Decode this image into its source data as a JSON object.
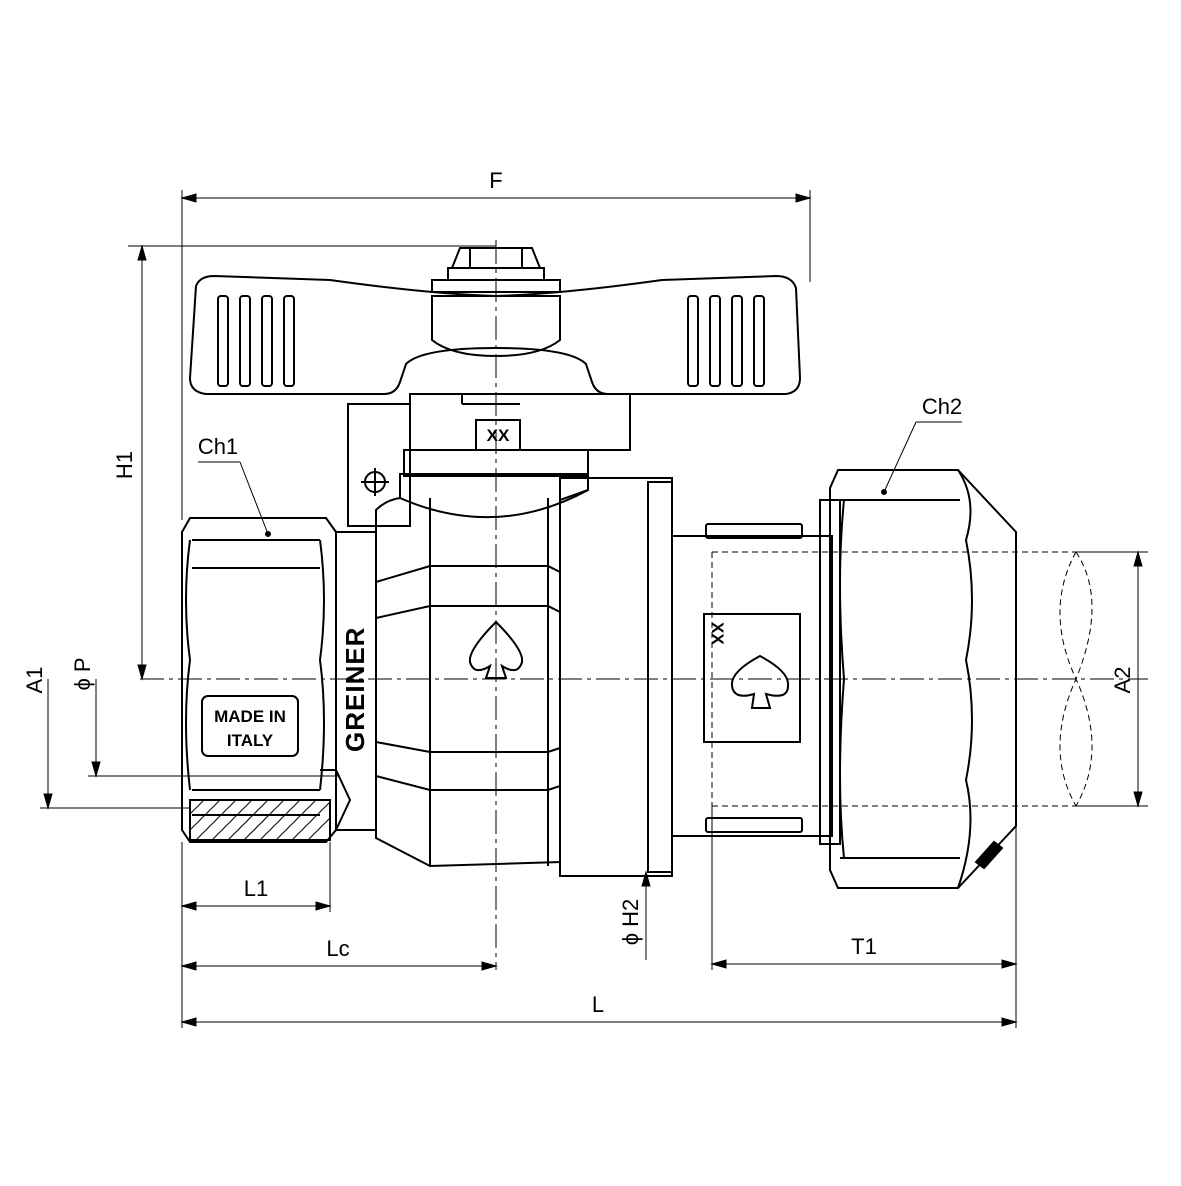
{
  "dimensions": {
    "F": "F",
    "H1": "H1",
    "Ch1": "Ch1",
    "Ch2": "Ch2",
    "A1": "A1",
    "P": "ϕ P",
    "A2": "A2",
    "H2": "ϕ H2",
    "L1": "L1",
    "Lc": "Lc",
    "T1": "T1",
    "L": "L"
  },
  "markings": {
    "size_code_top": "XX",
    "size_code_union": "XX",
    "brand": "GREINER",
    "origin_line1": "MADE IN",
    "origin_line2": "ITALY"
  }
}
